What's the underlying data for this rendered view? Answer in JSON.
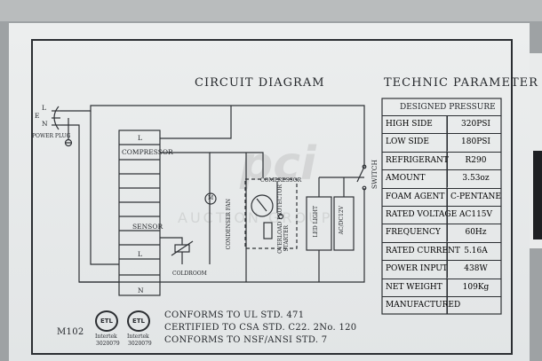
{
  "diagram": {
    "title": "CIRCUIT DIAGRAM",
    "power_plug": {
      "L": "L",
      "E": "E",
      "N": "N",
      "label": "POWER PLUG"
    },
    "terminal_block": {
      "top": "L",
      "compressor": "COMPRESSOR",
      "sensor": "SENSOR",
      "bottom_l": "L",
      "bottom_n": "N"
    },
    "coldroom": "COLDROOM",
    "condenser_fan": "CONDENSER FAN",
    "motor_symbol": "M",
    "compressor": "COMPRESSOR",
    "overload_protector": "OVERLOAD PROTECTOR",
    "starter": "STARTER",
    "led_light": "LED LIGHT",
    "ac_dc": "AC/DC12V",
    "switch": "SWITCH",
    "model": "M102"
  },
  "certifications": [
    {
      "mark": "ETL",
      "sub1": "Intertek",
      "sub2": "3020079"
    },
    {
      "mark": "ETL",
      "sub1": "Intertek",
      "sub2": "3020079"
    }
  ],
  "conformity": [
    "CONFORMS TO UL STD. 471",
    "CERTIFIED TO CSA STD. C22. 2No. 120",
    "CONFORMS TO NSF/ANSI STD. 7"
  ],
  "parameters": {
    "title": "TECHNIC  PARAMETER",
    "header": "DESIGNED PRESSURE",
    "rows": [
      {
        "label": "HIGH SIDE",
        "value": "320PSI"
      },
      {
        "label": "LOW SIDE",
        "value": "180PSI"
      },
      {
        "label": "REFRIGERANT",
        "value": "R290"
      },
      {
        "label": "AMOUNT",
        "value": "3.53oz"
      },
      {
        "label": "FOAM AGENT",
        "value": "C-PENTANE"
      },
      {
        "label": "RATED VOLTAGE",
        "value": "AC115V"
      },
      {
        "label": "FREQUENCY",
        "value": "60Hz"
      },
      {
        "label": "RATED CURRENT",
        "value": "5.16A"
      },
      {
        "label": "POWER INPUT",
        "value": "438W"
      },
      {
        "label": "NET WEIGHT",
        "value": "109Kg"
      },
      {
        "label": "MANUFACTURED",
        "value": ""
      }
    ]
  },
  "watermark": {
    "logo": "pci",
    "text": "AUCTION GROUP"
  }
}
